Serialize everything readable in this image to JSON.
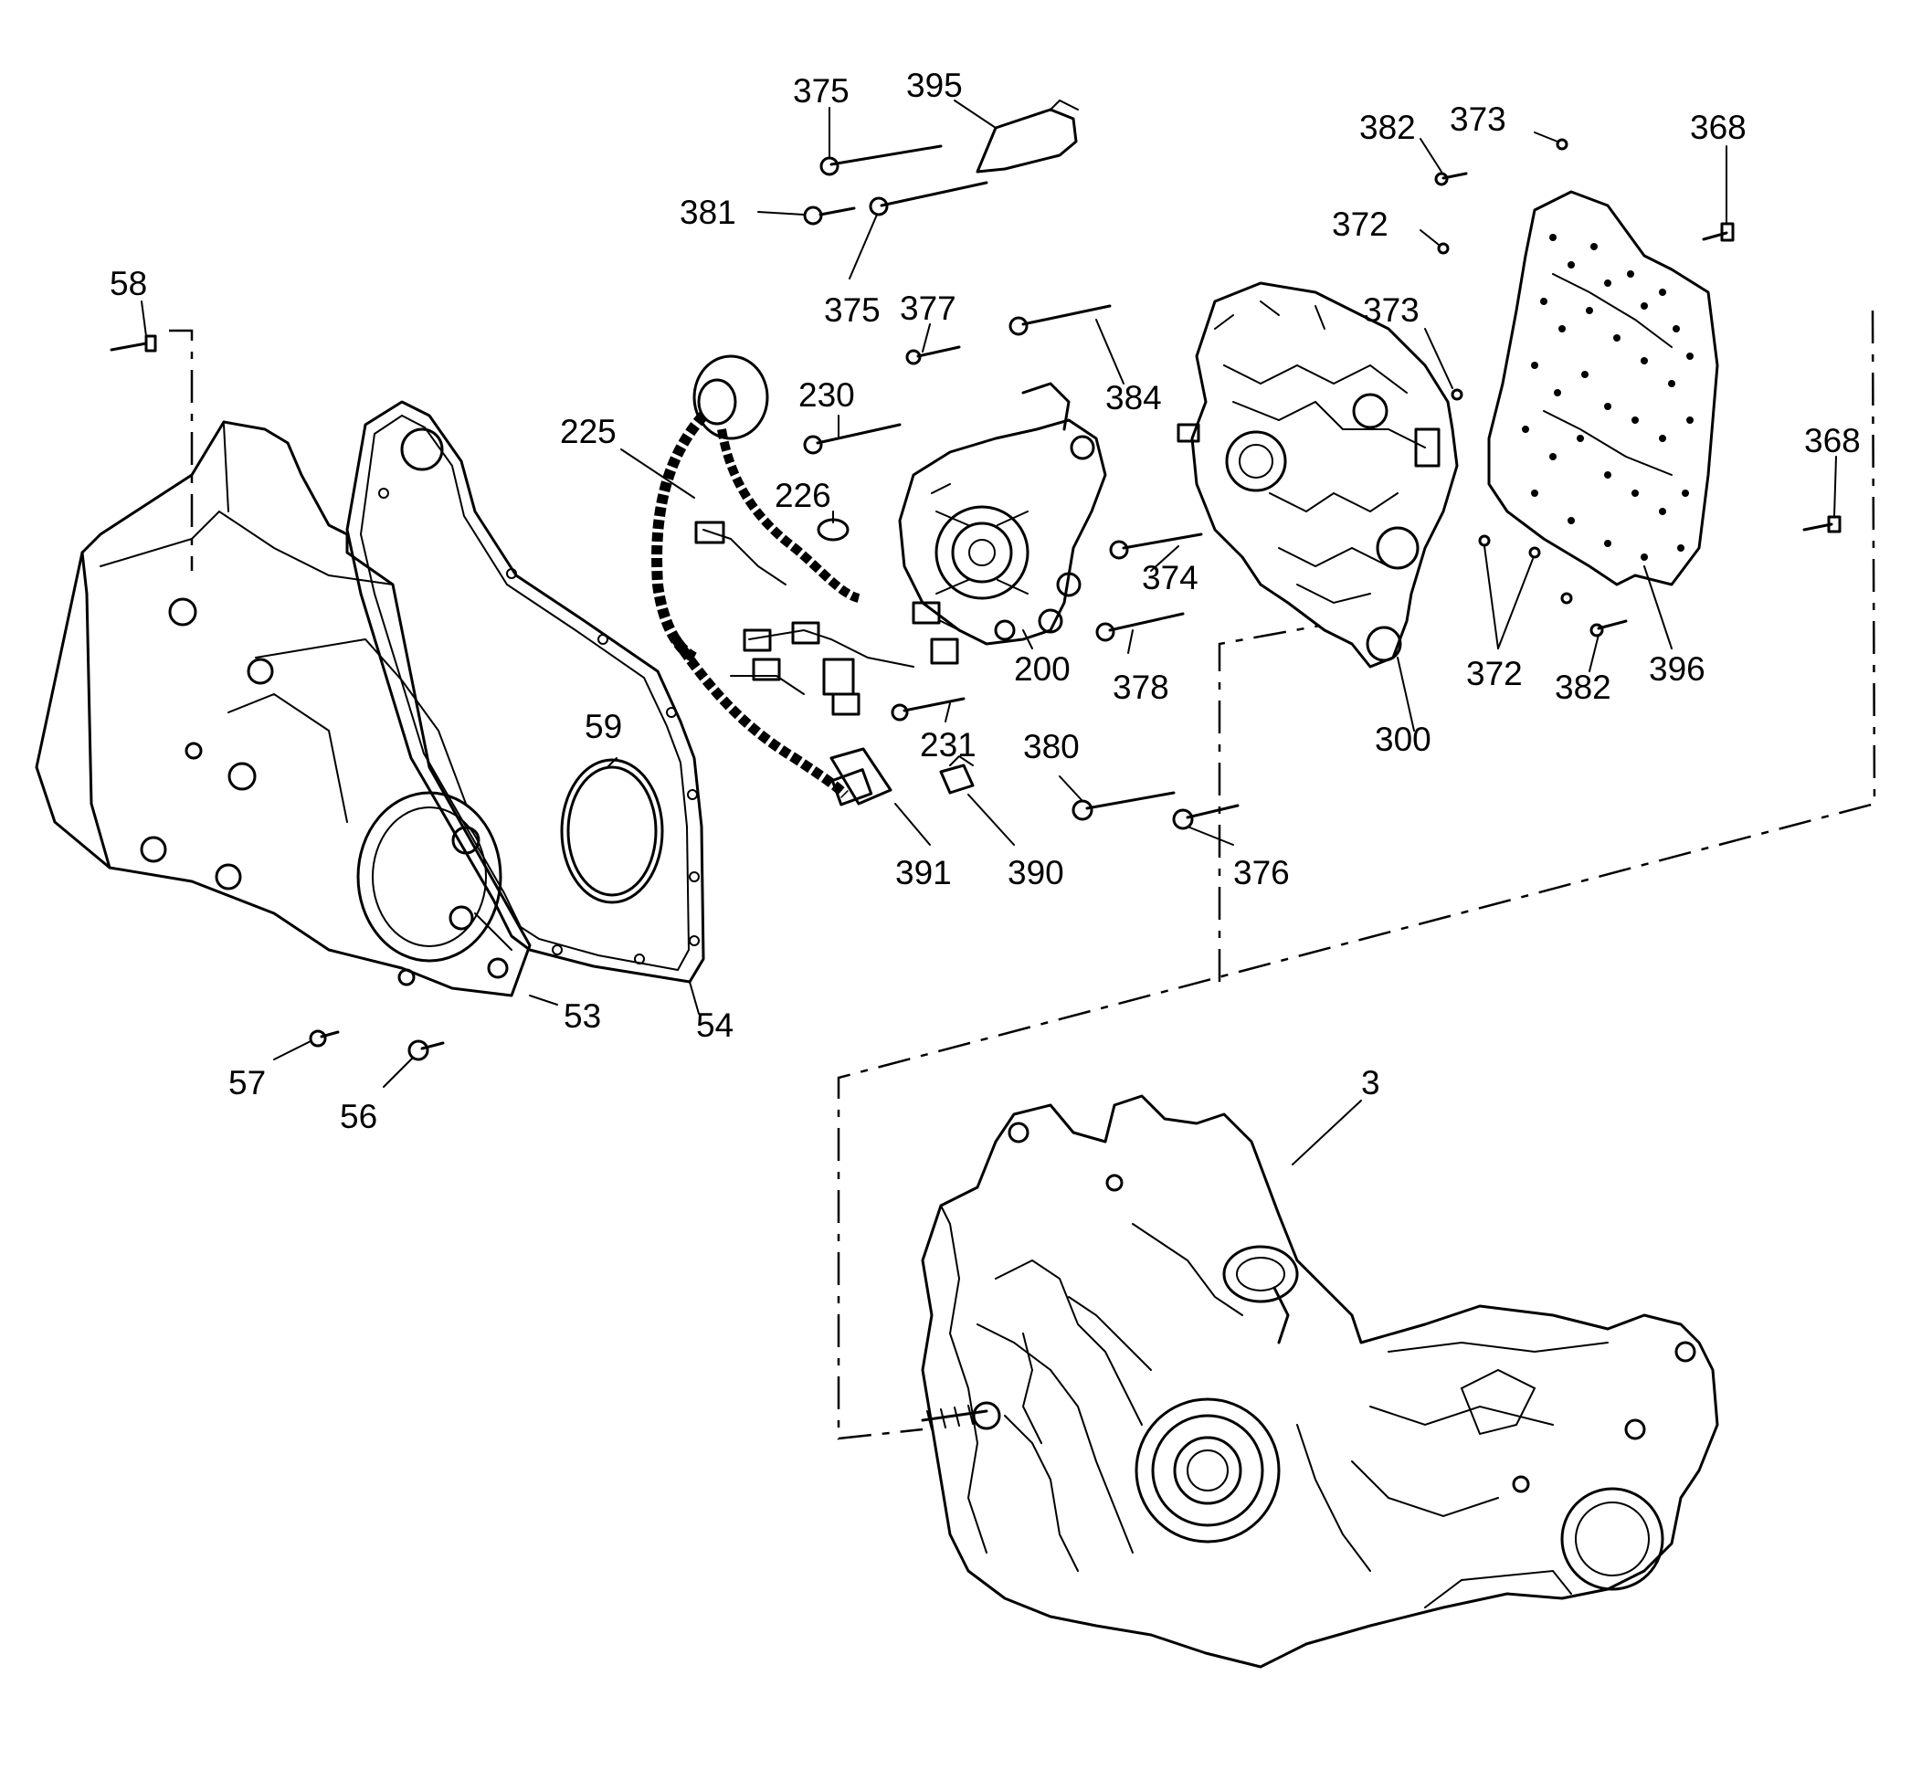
{
  "callouts": [
    {
      "id": "c375a",
      "text": "375"
    },
    {
      "id": "c395",
      "text": "395"
    },
    {
      "id": "c381",
      "text": "381"
    },
    {
      "id": "c375b",
      "text": "375"
    },
    {
      "id": "c382a",
      "text": "382"
    },
    {
      "id": "c373a",
      "text": "373"
    },
    {
      "id": "c368a",
      "text": "368"
    },
    {
      "id": "c372a",
      "text": "372"
    },
    {
      "id": "c58",
      "text": "58"
    },
    {
      "id": "c377",
      "text": "377"
    },
    {
      "id": "c373b",
      "text": "373"
    },
    {
      "id": "c230",
      "text": "230"
    },
    {
      "id": "c384",
      "text": "384"
    },
    {
      "id": "c225",
      "text": "225"
    },
    {
      "id": "c368b",
      "text": "368"
    },
    {
      "id": "c226",
      "text": "226"
    },
    {
      "id": "c374",
      "text": "374"
    },
    {
      "id": "c200",
      "text": "200"
    },
    {
      "id": "c372b",
      "text": "372"
    },
    {
      "id": "c382b",
      "text": "382"
    },
    {
      "id": "c396",
      "text": "396"
    },
    {
      "id": "c378",
      "text": "378"
    },
    {
      "id": "c59",
      "text": "59"
    },
    {
      "id": "c231",
      "text": "231"
    },
    {
      "id": "c300",
      "text": "300"
    },
    {
      "id": "c380",
      "text": "380"
    },
    {
      "id": "c391",
      "text": "391"
    },
    {
      "id": "c390",
      "text": "390"
    },
    {
      "id": "c376",
      "text": "376"
    },
    {
      "id": "c53",
      "text": "53"
    },
    {
      "id": "c54",
      "text": "54"
    },
    {
      "id": "c57",
      "text": "57"
    },
    {
      "id": "c56",
      "text": "56"
    },
    {
      "id": "c3",
      "text": "3"
    }
  ]
}
